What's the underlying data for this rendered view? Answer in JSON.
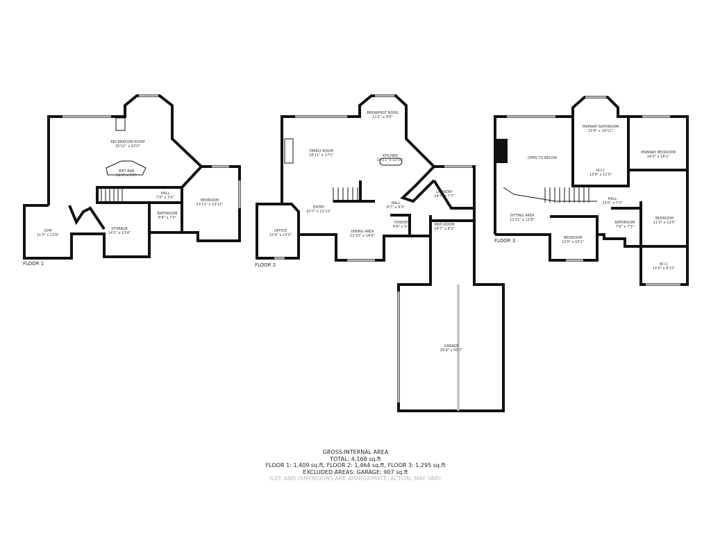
{
  "floors": [
    {
      "label": "FLOOR 1",
      "rooms": [
        {
          "name": "RECREATION ROOM",
          "size": "32'11\" x 22'0\""
        },
        {
          "name": "WET BAR",
          "size": "11'3\" x 7'5\""
        },
        {
          "name": "HALL",
          "size": "7'0\" x 3'5\""
        },
        {
          "name": "BEDROOM",
          "size": "13'11\" x 13'11\""
        },
        {
          "name": "BATHROOM",
          "size": "8'8\" x 7'3\""
        },
        {
          "name": "STORAGE",
          "size": "14'2\" x 13'4\""
        },
        {
          "name": "GYM",
          "size": "11'5\" x 12'6\""
        }
      ]
    },
    {
      "label": "FLOOR 2",
      "rooms": [
        {
          "name": "BREAKFAST NOOK",
          "size": "11'1\" x 9'6\""
        },
        {
          "name": "FAMILY ROOM",
          "size": "18'11\" x 17'1\""
        },
        {
          "name": "KITCHEN",
          "size": "14'11\" x 12'11\""
        },
        {
          "name": "LAUNDRY",
          "size": "14'7\" x 7'7\""
        },
        {
          "name": "HALL",
          "size": "8'7\" x 6'0\""
        },
        {
          "name": "ENTRY",
          "size": "10'7\" x 11'11\""
        },
        {
          "name": "OFFICE",
          "size": "12'0\" x 13'2\""
        },
        {
          "name": "DINING AREA",
          "size": "12'10\" x 14'9\""
        },
        {
          "name": "POWDER",
          "size": "4'8\" x 5'2\""
        },
        {
          "name": "MUD ROOM",
          "size": "14'7\" x 8'2\""
        },
        {
          "name": "GARAGE",
          "size": "25'4\" x 41'7\""
        }
      ]
    },
    {
      "label": "FLOOR 3",
      "rooms": [
        {
          "name": "PRIMARY BATHROOM",
          "size": "13'8\" x 14'11\""
        },
        {
          "name": "OPEN TO BELOW",
          "size": ""
        },
        {
          "name": "PRIMARY BEDROOM",
          "size": "14'0\" x 18'1\""
        },
        {
          "name": "W.I.C",
          "size": "13'8\" x 11'0\""
        },
        {
          "name": "HALL",
          "size": "23'0\" x 7'2\""
        },
        {
          "name": "SITTING AREA",
          "size": "12'11\" x 11'8\""
        },
        {
          "name": "BATHROOM",
          "size": "7'6\" x 7'3\""
        },
        {
          "name": "BEDROOM",
          "size": "11'0\" x 13'5\""
        },
        {
          "name": "BEDROOM",
          "size": "12'0\" x 10'1\""
        },
        {
          "name": "W.I.C",
          "size": "11'0\" x 8'11\""
        }
      ]
    }
  ],
  "summary": {
    "title": "GROSS INTERNAL AREA",
    "total": "TOTAL: 4,168 sq.ft",
    "floors": "FLOOR 1: 1,409 sq.ft, FLOOR 2: 1,464 sq.ft, FLOOR 3: 1,295 sq.ft",
    "excluded": "EXCLUDED AREAS: GARAGE: 907 sq.ft",
    "note": "SIZE AND DIMENSIONS ARE APPROXIMATE, ACTUAL MAY VARY"
  }
}
